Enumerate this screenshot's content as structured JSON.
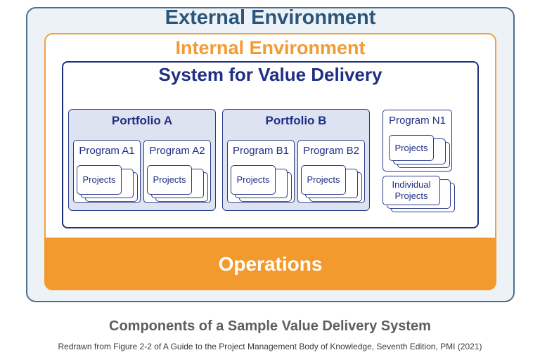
{
  "diagram": {
    "external_title": "External Environment",
    "internal_title": "Internal Environment",
    "svd_title": "System for Value Delivery",
    "operations_label": "Operations",
    "portfolio_a": {
      "title": "Portfolio A",
      "program_1": "Program A1",
      "program_2": "Program A2",
      "projects_label": "Projects"
    },
    "portfolio_b": {
      "title": "Portfolio B",
      "program_1": "Program B1",
      "program_2": "Program B2",
      "projects_label": "Projects"
    },
    "program_n1": {
      "title": "Program N1",
      "projects_label": "Projects"
    },
    "individual_projects_label": "Individual Projects"
  },
  "caption": {
    "title": "Components of a Sample Value Delivery System",
    "source": "Redrawn from Figure 2-2 of A Guide to the Project Management Body of Knowledge, Seventh Edition, PMI (2021)"
  },
  "colors": {
    "external_border": "#4d6f8f",
    "internal_border": "#f0a040",
    "operations_fill": "#f39a2e",
    "svd_border": "#1e2f7e",
    "portfolio_fill": "#dde3f0"
  }
}
